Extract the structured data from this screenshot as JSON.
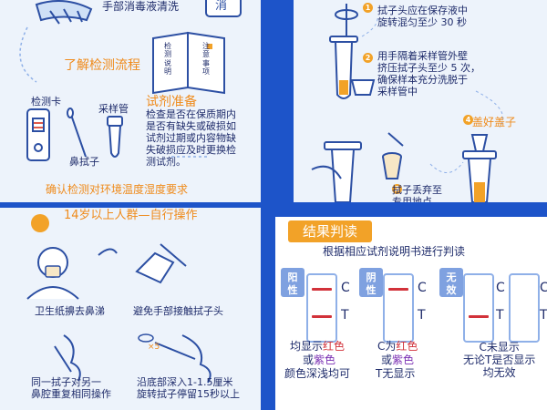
{
  "top_left": {
    "wash_text": "手部消毒液清洗",
    "sanitizer_label": "消",
    "section_title": "了解检测流程",
    "booklet_left": "检测说明",
    "booklet_right": "注意事项",
    "kit_label": "检测卡",
    "tube_label": "采样管",
    "swab_label": "鼻拭子",
    "reagent_title": "试剂准备",
    "reagent_text": "检查是否在保质期内\n是否有缺失或破损如\n试剂过期或内容物缺\n失破损应及时更换检\n测试剂。",
    "env_text": "确认检测对环境温度湿度要求"
  },
  "top_right": {
    "step1": "拭子头应在保存液中\n旋转混匀至少 30 秒",
    "step2": "用手隔着采样管外壁\n挤压拭子头至少 5 次，\n确保样本充分洗脱于\n采样管中",
    "step3": "拭子丢弃至\n专用地点",
    "step4": "盖好盖子",
    "num1": "1",
    "num2": "2",
    "num3": "3",
    "num4": "4"
  },
  "bottom_left": {
    "age_title": "14岁以上人群—自行操作",
    "cap1": "卫生纸擤去鼻涕",
    "cap2": "避免手部接触拭子头",
    "cap3": "同一拭子对另一\n鼻腔重复相同操作",
    "cap4": "沿底部深入1-1.5厘米\n旋转拭子停留15秒以上",
    "times": "×5"
  },
  "bottom_right": {
    "title": "结果判读",
    "instruction": "根据相应试剂说明书进行判读",
    "positive_label": "阳\n性",
    "negative_label": "阴\n性",
    "invalid_label": "无\n效",
    "c_mark": "C",
    "t_mark": "T",
    "pos_desc_1a": "均显示",
    "pos_desc_1b": "红色",
    "pos_desc_2a": "或",
    "pos_desc_2b": "紫色",
    "pos_desc_3": "颜色深浅均可",
    "neg_desc_1a": "C为",
    "neg_desc_1b": "红色",
    "neg_desc_2a": "或",
    "neg_desc_2b": "紫色",
    "neg_desc_3": "T无显示",
    "inv_desc": "C未显示\n无论T是否显示\n均无效"
  },
  "colors": {
    "background": "#1d54c9",
    "panel": "#edf3fb",
    "accent_orange": "#ef8b1c",
    "navy_text": "#1f2c6b",
    "red_line": "#d2323a",
    "purple": "#7a2fb3",
    "title_bar": "#f2a228"
  },
  "icons": [
    "hand-wash-icon",
    "sanitizer-bottle-icon",
    "booklet-icon",
    "test-card-icon",
    "swab-icon",
    "tube-icon",
    "person-icon",
    "nose-icon",
    "hand-swab-icon",
    "tissue-icon"
  ]
}
